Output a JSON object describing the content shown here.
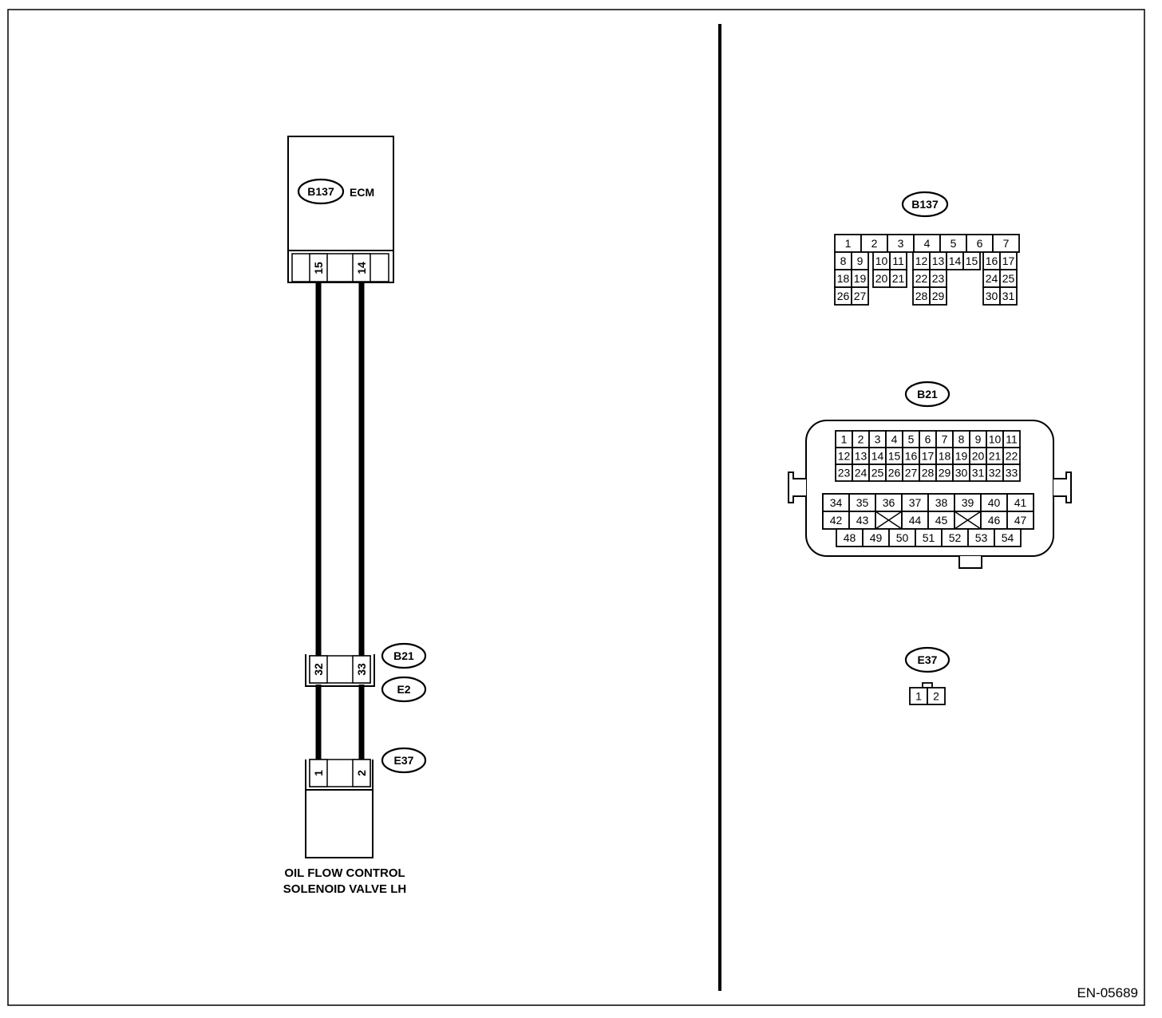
{
  "figure_id": "EN-05689",
  "schematic": {
    "ecm": {
      "connector_tag": "B137",
      "label": "ECM",
      "terminals": [
        "15",
        "14"
      ]
    },
    "junction": {
      "connector_tags": [
        "B21",
        "E2"
      ],
      "terminals": [
        "32",
        "33"
      ]
    },
    "valve": {
      "connector_tag": "E37",
      "terminals": [
        "1",
        "2"
      ],
      "label_lines": [
        "OIL FLOW CONTROL",
        "SOLENOID VALVE LH"
      ]
    }
  },
  "connector_views": {
    "b137": {
      "tag": "B137",
      "rows": [
        [
          "1",
          "2",
          "3",
          "4",
          "5",
          "6",
          "7"
        ],
        [
          "8",
          "9",
          "10",
          "11",
          "12",
          "13",
          "14",
          "15",
          "16",
          "17"
        ],
        [
          "18",
          "19",
          "20",
          "21",
          "22",
          "23",
          "24",
          "25"
        ],
        [
          "26",
          "27",
          "28",
          "29",
          "30",
          "31"
        ]
      ]
    },
    "b21": {
      "tag": "B21",
      "upper_rows": [
        [
          "1",
          "2",
          "3",
          "4",
          "5",
          "6",
          "7",
          "8",
          "9",
          "10",
          "11"
        ],
        [
          "12",
          "13",
          "14",
          "15",
          "16",
          "17",
          "18",
          "19",
          "20",
          "21",
          "22"
        ],
        [
          "23",
          "24",
          "25",
          "26",
          "27",
          "28",
          "29",
          "30",
          "31",
          "32",
          "33"
        ]
      ],
      "lower_rows": [
        [
          "34",
          "35",
          "36",
          "37",
          "38",
          "39",
          "40",
          "41"
        ],
        [
          "42",
          "43",
          "",
          "44",
          "45",
          "",
          "46",
          "47"
        ],
        [
          "48",
          "49",
          "50",
          "51",
          "52",
          "53",
          "54"
        ]
      ]
    },
    "e37": {
      "tag": "E37",
      "pins": [
        "1",
        "2"
      ]
    }
  }
}
